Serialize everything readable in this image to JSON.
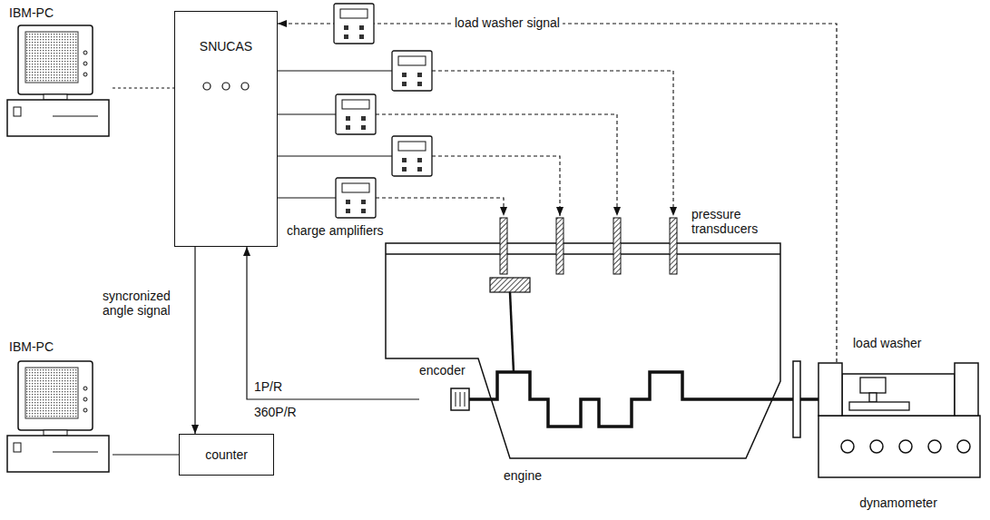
{
  "diagram": {
    "nodes": [
      {
        "text": [
          "IBM-PC"
        ]
      },
      {
        "text": [
          "SNUCAS"
        ]
      },
      {
        "text": [
          "IBM-PC"
        ]
      },
      {
        "text": [
          "counter"
        ]
      },
      {
        "text": [
          "encoder"
        ]
      },
      {
        "text": [
          "engine"
        ]
      },
      {
        "text": [
          "dynamometer"
        ]
      },
      {
        "text": [
          "load washer"
        ],
        "in": 6
      }
    ],
    "edges": [
      {
        "from": 0,
        "to": 1,
        "arrow": "none"
      },
      {
        "from": 7,
        "to": 1,
        "arrow": "to",
        "label": "load washer signal"
      },
      {
        "from": 1,
        "to": 3,
        "arrow": "to",
        "label": "syncronized angle signal"
      },
      {
        "from": 4,
        "to": 1,
        "arrow": "to"
      },
      {
        "from": 2,
        "to": 3,
        "arrow": "none"
      }
    ],
    "labels": [
      "charge amplifiers",
      "pressure transducers",
      "1P/R",
      "360P/R"
    ]
  }
}
